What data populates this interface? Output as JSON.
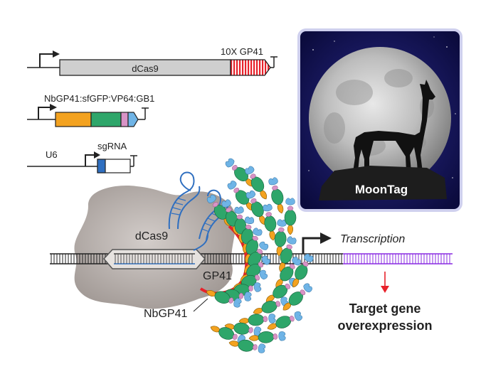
{
  "constructs": {
    "dcas9": {
      "label": "dCas9",
      "tag_label": "10X GP41"
    },
    "nb": {
      "label": "NbGP41:sfGFP:VP64:GB1"
    },
    "sg": {
      "promoter_label": "U6",
      "label": "sgRNA"
    }
  },
  "badge": {
    "label": "MoonTag"
  },
  "scheme": {
    "dcas9_label": "dCas9",
    "gp41_label": "GP41",
    "nb_label": "NbGP41",
    "transcription_label": "Transcription",
    "outcome_line1": "Target gene",
    "outcome_line2": "overexpression"
  },
  "colors": {
    "dcas9_body": "#c9c9c9",
    "gp41_tag": "#e8212a",
    "nb_orange": "#f3a21f",
    "sfgfp_green": "#2ea66a",
    "vp64_pink": "#d893c6",
    "gb1_blue": "#6fb4e6",
    "sgrna_blue": "#2f6fc0",
    "protein_gray": "#b7b0ac",
    "mrna_purple": "#8a2be2",
    "night_sky": "#14135a",
    "arrow_red": "#e8212a"
  }
}
